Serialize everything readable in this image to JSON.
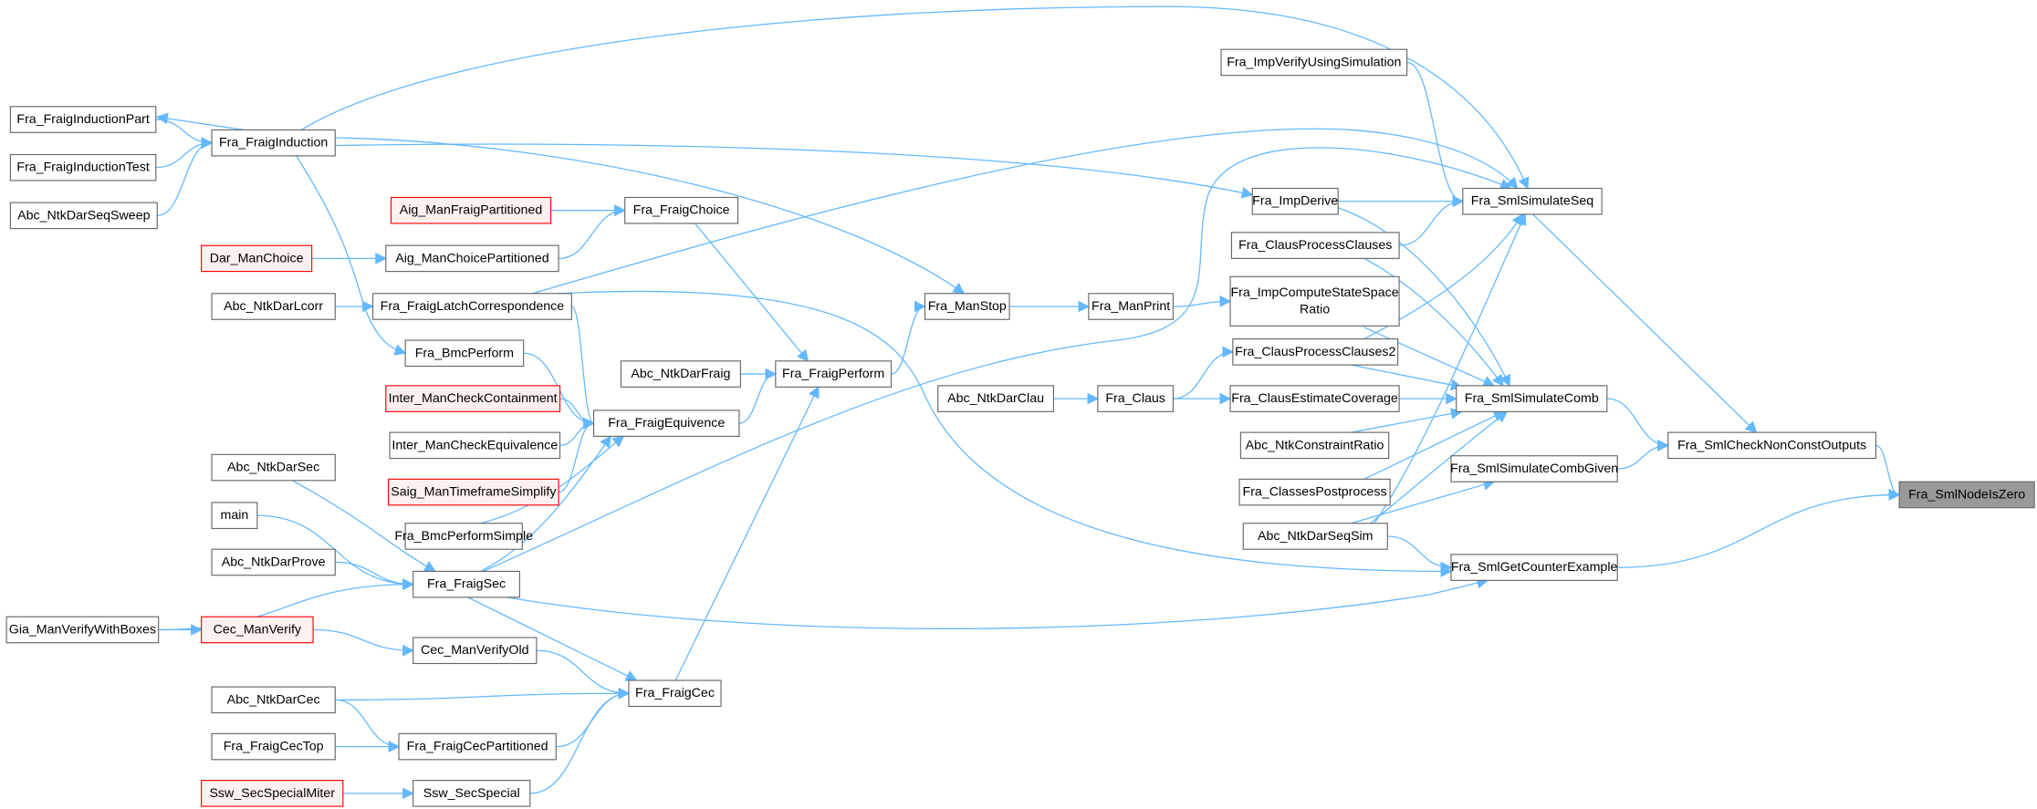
{
  "title": "Fra_SmlNodeIsZero caller graph",
  "colors": {
    "edge": "#63b8ff",
    "node_border": "#666666",
    "red_border": "#ff0000",
    "red_fill": "#fff0f0",
    "target_fill": "#999999"
  },
  "nodes": {
    "n_target": {
      "label": [
        "Fra_SmlNodeIsZero"
      ],
      "style": "target"
    },
    "n_checknc": {
      "label": [
        "Fra_SmlCheckNonConstOutputs"
      ]
    },
    "n_simseq": {
      "label": [
        "Fra_SmlSimulateSeq"
      ]
    },
    "n_simcomb": {
      "label": [
        "Fra_SmlSimulateComb"
      ]
    },
    "n_simcg": {
      "label": [
        "Fra_SmlSimulateCombGiven"
      ]
    },
    "n_getcex": {
      "label": [
        "Fra_SmlGetCounterExample"
      ]
    },
    "n_impverify": {
      "label": [
        "Fra_ImpVerifyUsingSimulation"
      ]
    },
    "n_impderive": {
      "label": [
        "Fra_ImpDerive"
      ]
    },
    "n_cpc": {
      "label": [
        "Fra_ClausProcessClauses"
      ]
    },
    "n_impcssr": {
      "label": [
        "Fra_ImpComputeStateSpace",
        "Ratio"
      ]
    },
    "n_cpc2": {
      "label": [
        "Fra_ClausProcessClauses2"
      ]
    },
    "n_cec": {
      "label": [
        "Fra_ClausEstimateCoverage"
      ]
    },
    "n_constr": {
      "label": [
        "Abc_NtkConstraintRatio"
      ]
    },
    "n_classpp": {
      "label": [
        "Fra_ClassesPostprocess"
      ]
    },
    "n_seqsim": {
      "label": [
        "Abc_NtkDarSeqSim"
      ]
    },
    "n_manprint": {
      "label": [
        "Fra_ManPrint"
      ]
    },
    "n_claus": {
      "label": [
        "Fra_Claus"
      ]
    },
    "n_manstop": {
      "label": [
        "Fra_ManStop"
      ]
    },
    "n_darclau": {
      "label": [
        "Abc_NtkDarClau"
      ]
    },
    "n_perform": {
      "label": [
        "Fra_FraigPerform"
      ]
    },
    "n_choice": {
      "label": [
        "Fra_FraigChoice"
      ]
    },
    "n_darfraig": {
      "label": [
        "Abc_NtkDarFraig"
      ]
    },
    "n_equiv": {
      "label": [
        "Fra_FraigEquivence"
      ]
    },
    "n_fcec": {
      "label": [
        "Fra_FraigCec"
      ]
    },
    "n_induction": {
      "label": [
        "Fra_FraigInduction"
      ]
    },
    "n_indpart": {
      "label": [
        "Fra_FraigInductionPart"
      ]
    },
    "n_indtest": {
      "label": [
        "Fra_FraigInductionTest"
      ]
    },
    "n_seqsweep": {
      "label": [
        "Abc_NtkDarSeqSweep"
      ]
    },
    "n_aigfp": {
      "label": [
        "Aig_ManFraigPartitioned"
      ],
      "style": "red"
    },
    "n_aigcp": {
      "label": [
        "Aig_ManChoicePartitioned"
      ]
    },
    "n_darchoice": {
      "label": [
        "Dar_ManChoice"
      ],
      "style": "red"
    },
    "n_lcorr": {
      "label": [
        "Fra_FraigLatchCorrespondence"
      ]
    },
    "n_darlcorr": {
      "label": [
        "Abc_NtkDarLcorr"
      ]
    },
    "n_bmc": {
      "label": [
        "Fra_BmcPerform"
      ]
    },
    "n_intcont": {
      "label": [
        "Inter_ManCheckContainment"
      ],
      "style": "red"
    },
    "n_inteq": {
      "label": [
        "Inter_ManCheckEquivalence"
      ]
    },
    "n_saig": {
      "label": [
        "Saig_ManTimeframeSimplify"
      ],
      "style": "red"
    },
    "n_bmcsimple": {
      "label": [
        "Fra_BmcPerformSimple"
      ]
    },
    "n_sec": {
      "label": [
        "Fra_FraigSec"
      ]
    },
    "n_darsec": {
      "label": [
        "Abc_NtkDarSec"
      ]
    },
    "n_main": {
      "label": [
        "main"
      ]
    },
    "n_darprove": {
      "label": [
        "Abc_NtkDarProve"
      ]
    },
    "n_gia": {
      "label": [
        "Gia_ManVerifyWithBoxes"
      ]
    },
    "n_cecverify": {
      "label": [
        "Cec_ManVerify"
      ],
      "style": "red"
    },
    "n_cecold": {
      "label": [
        "Cec_ManVerifyOld"
      ]
    },
    "n_darcec": {
      "label": [
        "Abc_NtkDarCec"
      ]
    },
    "n_cectop": {
      "label": [
        "Fra_FraigCecTop"
      ]
    },
    "n_cecpart": {
      "label": [
        "Fra_FraigCecPartitioned"
      ]
    },
    "n_sswmiter": {
      "label": [
        "Ssw_SecSpecialMiter"
      ],
      "style": "red"
    },
    "n_sswspecial": {
      "label": [
        "Ssw_SecSpecial"
      ]
    }
  },
  "edges": [
    [
      "n_checknc",
      "n_target"
    ],
    [
      "n_getcex",
      "n_target"
    ],
    [
      "n_simseq",
      "n_checknc"
    ],
    [
      "n_simcomb",
      "n_checknc"
    ],
    [
      "n_simcg",
      "n_checknc"
    ],
    [
      "n_induction",
      "n_simseq"
    ],
    [
      "n_impverify",
      "n_simseq"
    ],
    [
      "n_lcorr",
      "n_simseq"
    ],
    [
      "n_sec",
      "n_simseq"
    ],
    [
      "n_impderive",
      "n_simseq"
    ],
    [
      "n_cpc",
      "n_simseq"
    ],
    [
      "n_cpc2",
      "n_simseq"
    ],
    [
      "n_seqsim",
      "n_simseq"
    ],
    [
      "n_impderive",
      "n_simcomb"
    ],
    [
      "n_cpc",
      "n_simcomb"
    ],
    [
      "n_impcssr",
      "n_simcomb"
    ],
    [
      "n_cpc2",
      "n_simcomb"
    ],
    [
      "n_cec",
      "n_simcomb"
    ],
    [
      "n_constr",
      "n_simcomb"
    ],
    [
      "n_classpp",
      "n_simcomb"
    ],
    [
      "n_seqsim",
      "n_simcomb"
    ],
    [
      "n_seqsim",
      "n_simcg"
    ],
    [
      "n_seqsim",
      "n_getcex"
    ],
    [
      "n_lcorr",
      "n_getcex"
    ],
    [
      "n_sec",
      "n_getcex"
    ],
    [
      "n_induction",
      "n_impderive"
    ],
    [
      "n_induction",
      "n_manstop"
    ],
    [
      "n_manstop",
      "n_manprint"
    ],
    [
      "n_manprint",
      "n_impcssr"
    ],
    [
      "n_perform",
      "n_manstop"
    ],
    [
      "n_darclau",
      "n_claus"
    ],
    [
      "n_claus",
      "n_cpc2"
    ],
    [
      "n_claus",
      "n_cec"
    ],
    [
      "n_indpart",
      "n_induction"
    ],
    [
      "n_induction",
      "n_indpart"
    ],
    [
      "n_indtest",
      "n_induction"
    ],
    [
      "n_seqsweep",
      "n_induction"
    ],
    [
      "n_induction",
      "n_bmc"
    ],
    [
      "n_aigfp",
      "n_choice"
    ],
    [
      "n_aigcp",
      "n_choice"
    ],
    [
      "n_darchoice",
      "n_aigcp"
    ],
    [
      "n_darlcorr",
      "n_lcorr"
    ],
    [
      "n_choice",
      "n_perform"
    ],
    [
      "n_darfraig",
      "n_perform"
    ],
    [
      "n_equiv",
      "n_perform"
    ],
    [
      "n_fcec",
      "n_perform"
    ],
    [
      "n_lcorr",
      "n_equiv"
    ],
    [
      "n_bmc",
      "n_equiv"
    ],
    [
      "n_intcont",
      "n_equiv"
    ],
    [
      "n_inteq",
      "n_equiv"
    ],
    [
      "n_saig",
      "n_equiv"
    ],
    [
      "n_bmcsimple",
      "n_equiv"
    ],
    [
      "n_sec",
      "n_equiv"
    ],
    [
      "n_darsec",
      "n_sec"
    ],
    [
      "n_main",
      "n_sec"
    ],
    [
      "n_darprove",
      "n_sec"
    ],
    [
      "n_gia",
      "n_sec"
    ],
    [
      "n_gia",
      "n_cecverify"
    ],
    [
      "n_cecverify",
      "n_cecold"
    ],
    [
      "n_cecold",
      "n_fcec"
    ],
    [
      "n_sec",
      "n_fcec"
    ],
    [
      "n_darcec",
      "n_fcec"
    ],
    [
      "n_darcec",
      "n_cecpart"
    ],
    [
      "n_cectop",
      "n_cecpart"
    ],
    [
      "n_cecpart",
      "n_fcec"
    ],
    [
      "n_sswmiter",
      "n_sswspecial"
    ],
    [
      "n_sswspecial",
      "n_fcec"
    ]
  ]
}
